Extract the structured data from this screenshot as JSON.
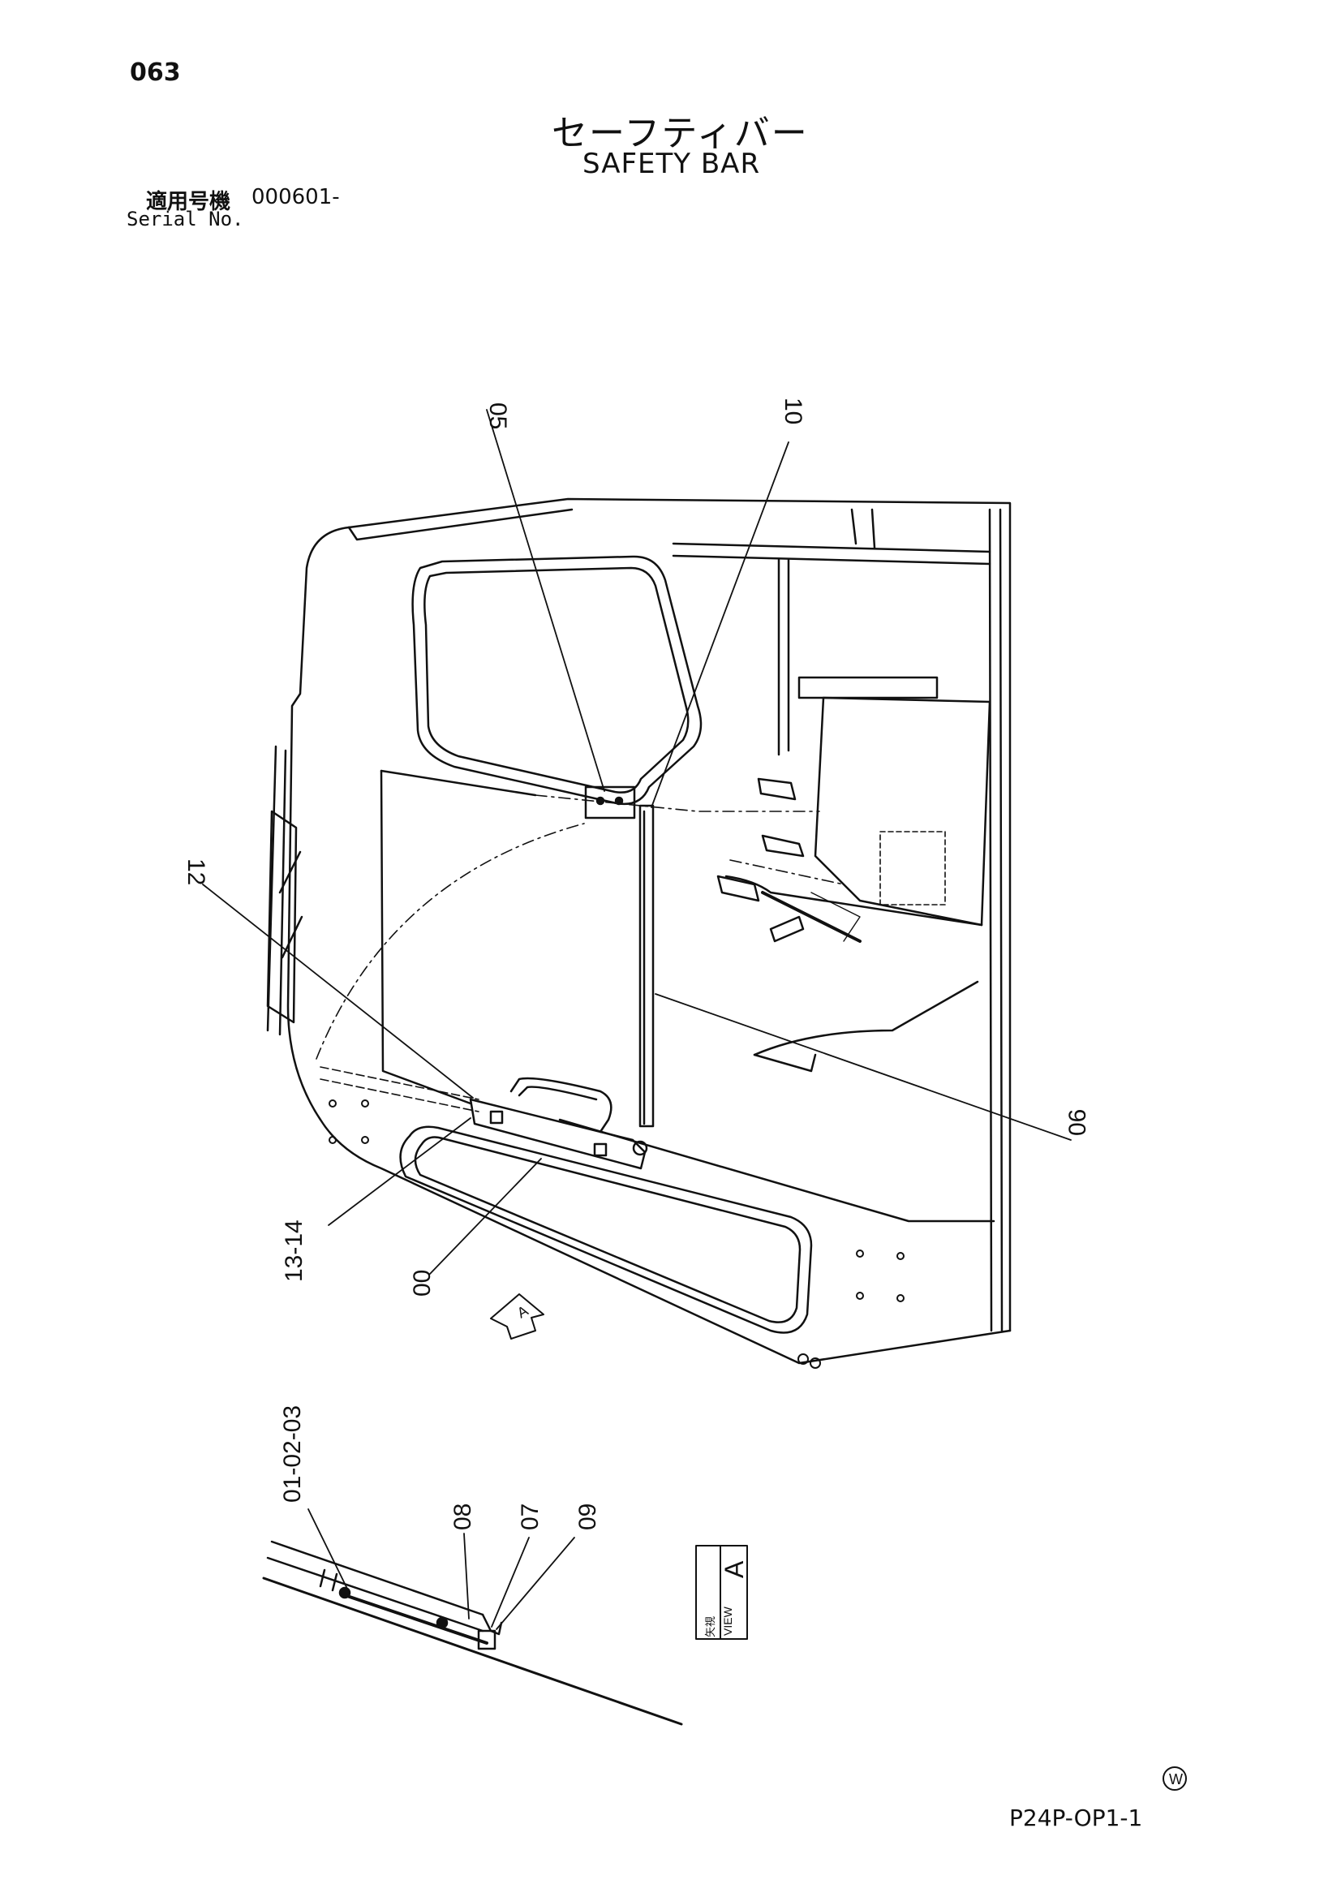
{
  "header": {
    "page_number": "063",
    "title_jp": "セーフティバー",
    "title_en": "SAFETY BAR",
    "serial_label_jp": "適用号機",
    "serial_value": "000601-",
    "serial_label_en": "Serial No."
  },
  "callouts": {
    "c05": "05",
    "c10": "10",
    "c12": "12",
    "c06": "06",
    "c13_14": "13-14",
    "c00": "00",
    "c01_02_03": "01-02-03",
    "c08": "08",
    "c07": "07",
    "c09": "09"
  },
  "view_marker": "A",
  "view_label": {
    "jp": "矢視",
    "en": "VIEW",
    "letter": "A"
  },
  "footer": {
    "symbol": "W",
    "drawing_code": "P24P-OP1-1"
  }
}
